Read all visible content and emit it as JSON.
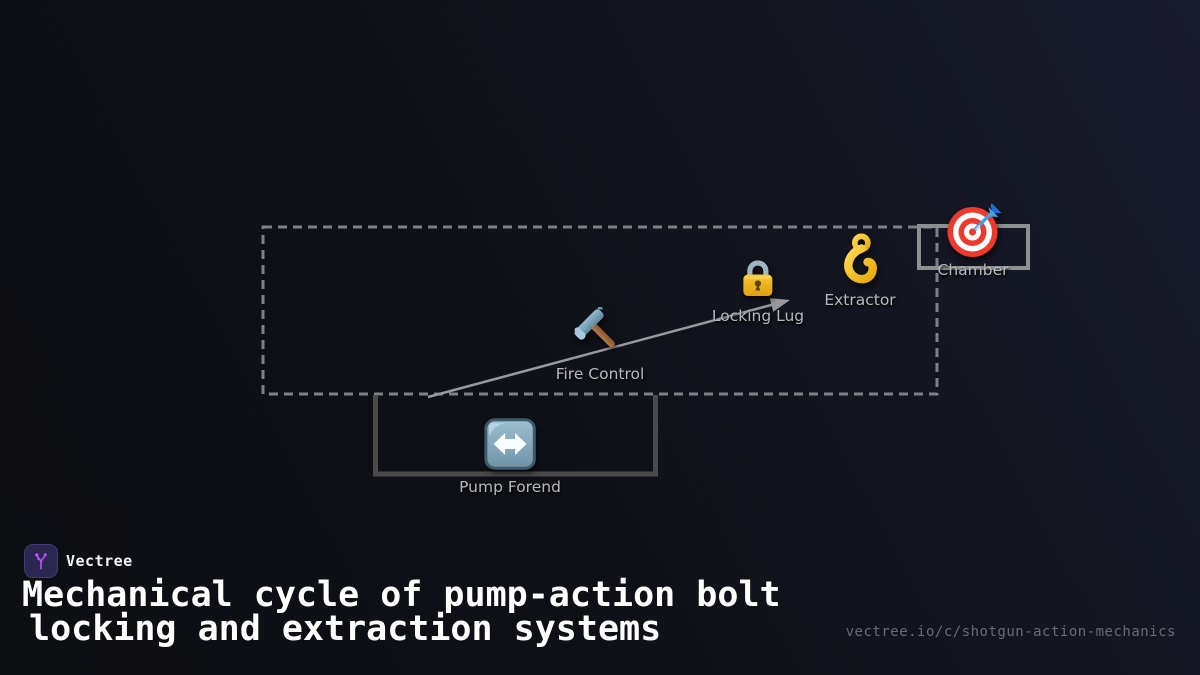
{
  "colors": {
    "background_left": "#0d0e12",
    "background_right": "#181b2d",
    "dashed_box_border": "#7d8084",
    "pump_box_border": "#4a4a4a",
    "chamber_box_border": "#8d8f91",
    "connector_arrow": "#97999c",
    "label_text": "#b8b8ba",
    "title_text": "#ffffff",
    "url_text": "#686b74",
    "brand_purple": "#8b5cf6",
    "brand_magenta": "#d946ef",
    "logo_background": "#2b2750"
  },
  "diagram": {
    "nodes": [
      {
        "id": "fire-control",
        "label": "Fire Control",
        "icon": "hammer-icon",
        "emoji": "🔨"
      },
      {
        "id": "locking-lug",
        "label": "Locking Lug",
        "icon": "lock-icon",
        "emoji": "🔒"
      },
      {
        "id": "extractor",
        "label": "Extractor",
        "icon": "hook-icon",
        "emoji": "🪝"
      },
      {
        "id": "chamber",
        "label": "Chamber",
        "icon": "target-icon",
        "emoji": "🎯"
      },
      {
        "id": "pump-forend",
        "label": "Pump Forend",
        "icon": "left-right-arrow-icon",
        "emoji": "↔️"
      }
    ]
  },
  "footer": {
    "brand_name": "Vectree",
    "title_lines": [
      "Mechanical cycle of pump-action bolt",
      "locking and extraction systems"
    ],
    "url": "vectree.io/c/shotgun-action-mechanics"
  }
}
